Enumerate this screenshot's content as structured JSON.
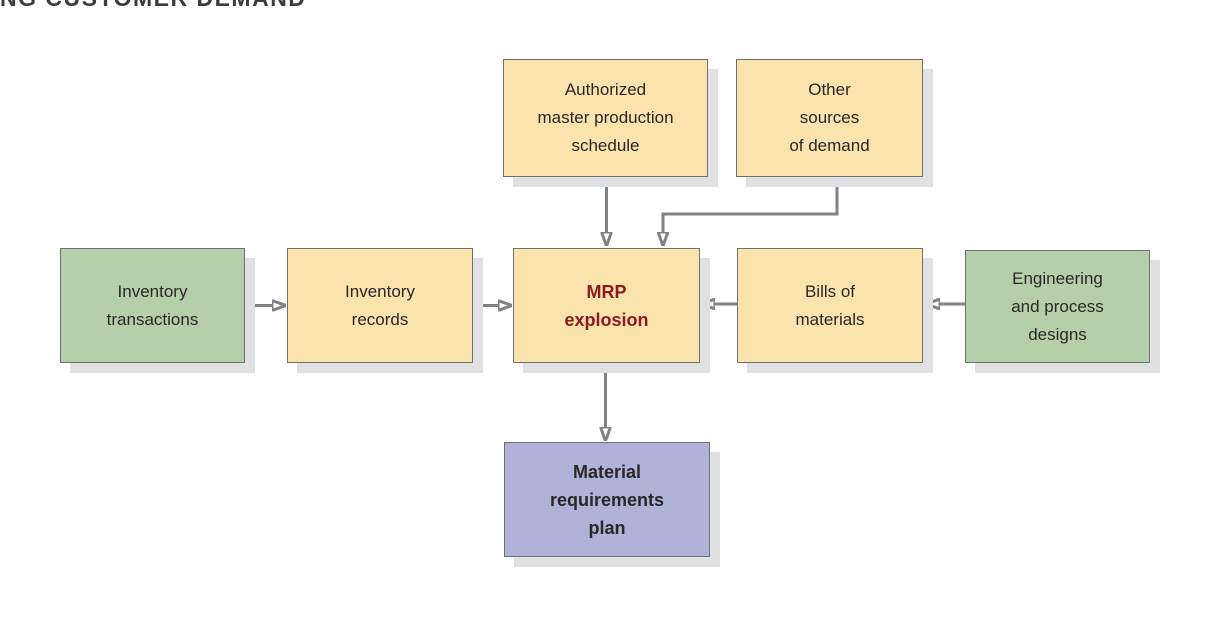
{
  "page": {
    "background_color": "#ffffff",
    "clipped_heading": "NG CUSTOMER DEMAND"
  },
  "diagram": {
    "boxes": [
      {
        "id": "authorized-mps",
        "label": "Authorized\nmaster production\nschedule",
        "fill": "#fbe3ae",
        "text_style": "normal"
      },
      {
        "id": "other-sources-of-demand",
        "label": "Other\nsources\nof demand",
        "fill": "#fbe3ae",
        "text_style": "normal"
      },
      {
        "id": "inventory-transactions",
        "label": "Inventory\ntransactions",
        "fill": "#b5cfaa",
        "text_style": "normal"
      },
      {
        "id": "inventory-records",
        "label": "Inventory\nrecords",
        "fill": "#fbe3ae",
        "text_style": "normal"
      },
      {
        "id": "mrp-explosion",
        "label": "MRP\nexplosion",
        "fill": "#fbe3ae",
        "text_style": "bold-red",
        "text_color": "#8e1a1d"
      },
      {
        "id": "bills-of-materials",
        "label": "Bills of\nmaterials",
        "fill": "#fbe3ae",
        "text_style": "normal"
      },
      {
        "id": "engineering-process-designs",
        "label": "Engineering\nand process\ndesigns",
        "fill": "#b5cfaa",
        "text_style": "normal"
      },
      {
        "id": "material-requirements-plan",
        "label": "Material\nrequirements\nplan",
        "fill": "#aeb3d7",
        "text_style": "bold"
      }
    ],
    "connections": [
      {
        "from": "authorized-mps",
        "to": "mrp-explosion",
        "style": "straight-down"
      },
      {
        "from": "other-sources-of-demand",
        "to": "mrp-explosion",
        "style": "elbow-down-left-down"
      },
      {
        "from": "inventory-transactions",
        "to": "inventory-records",
        "style": "straight-right"
      },
      {
        "from": "inventory-records",
        "to": "mrp-explosion",
        "style": "straight-right"
      },
      {
        "from": "bills-of-materials",
        "to": "mrp-explosion",
        "style": "straight-left"
      },
      {
        "from": "engineering-process-designs",
        "to": "bills-of-materials",
        "style": "straight-left"
      },
      {
        "from": "mrp-explosion",
        "to": "material-requirements-plan",
        "style": "straight-down"
      }
    ],
    "colors": {
      "tan_fill": "#fbe3ae",
      "green_fill": "#b5cfaa",
      "purple_fill": "#aeb3d7",
      "box_border": "#6e6f71",
      "shadow": "#e0e1e3",
      "arrow": "#808285",
      "text": "#2b2627",
      "mrp_text": "#8e1a1d"
    }
  }
}
